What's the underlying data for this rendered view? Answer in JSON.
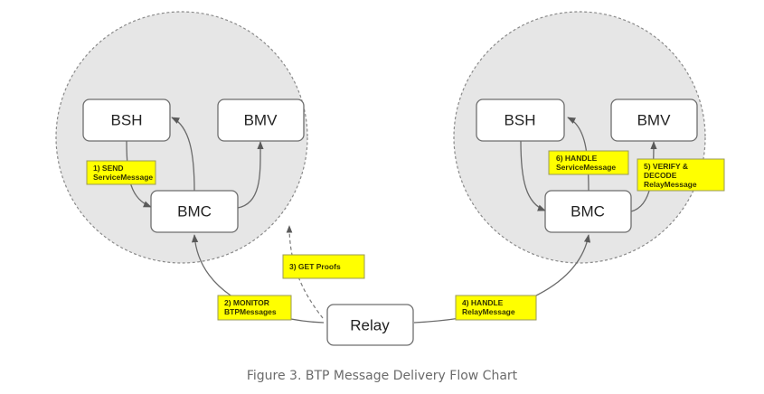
{
  "diagram": {
    "left_cluster": {
      "nodes": {
        "bsh": "BSH",
        "bmv": "BMV",
        "bmc": "BMC"
      },
      "labels": {
        "send": [
          "1) SEND",
          "ServiceMessage"
        ]
      }
    },
    "right_cluster": {
      "nodes": {
        "bsh": "BSH",
        "bmv": "BMV",
        "bmc": "BMC"
      },
      "labels": {
        "handle_service": [
          "6) HANDLE",
          "ServiceMessage"
        ],
        "verify_decode": [
          "5) VERIFY &",
          "DECODE",
          "RelayMessage"
        ]
      }
    },
    "relay": {
      "label": "Relay"
    },
    "edge_labels": {
      "monitor": [
        "2) MONITOR",
        "BTPMessages"
      ],
      "get_proofs": [
        "3) GET Proofs"
      ],
      "handle_relay": [
        "4) HANDLE",
        "RelayMessage"
      ]
    },
    "colors": {
      "label_fill": "#ffff00",
      "cluster_fill": "#e6e6e6",
      "node_fill": "#ffffff"
    }
  },
  "caption": "Figure 3. BTP Message Delivery Flow Chart"
}
